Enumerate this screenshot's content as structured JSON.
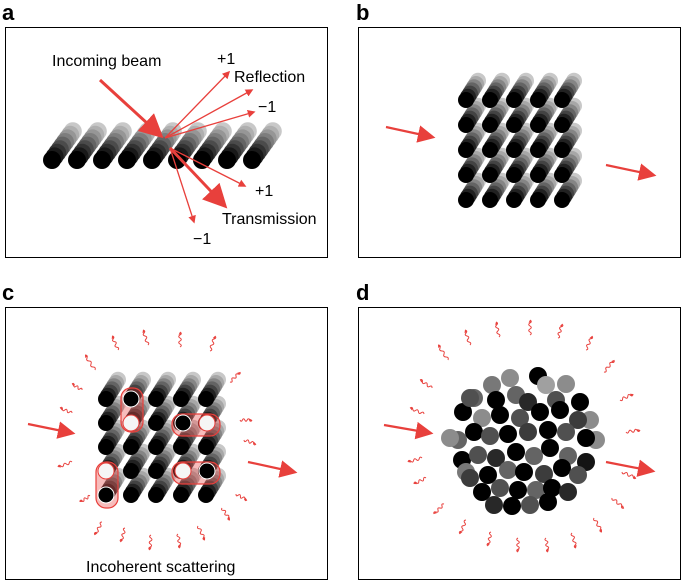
{
  "panels": {
    "a": {
      "label": "a",
      "texts": {
        "incoming": "Incoming beam",
        "plus1_top": "+1",
        "reflection": "Reflection",
        "minus1_top": "−1",
        "plus1_bottom": "+1",
        "transmission": "Transmission",
        "minus1_bottom": "−1"
      }
    },
    "b": {
      "label": "b"
    },
    "c": {
      "label": "c",
      "texts": {
        "caption": "Incoherent scattering"
      }
    },
    "d": {
      "label": "d"
    }
  },
  "colors": {
    "beam": "#e8403c",
    "atom": "#000000",
    "frame": "#000000"
  }
}
